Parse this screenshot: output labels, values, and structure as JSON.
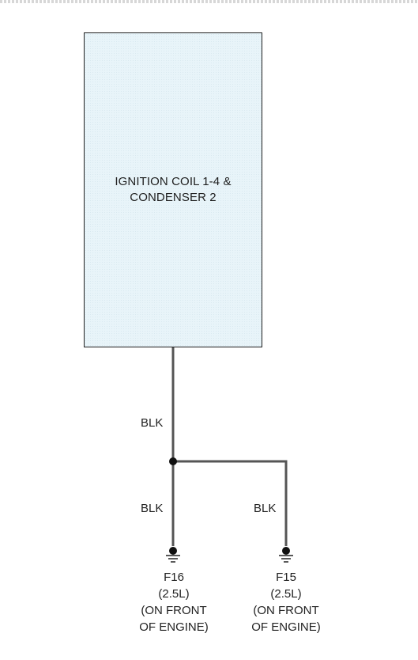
{
  "component": {
    "name_line1": "IGNITION COIL 1-4 &",
    "name_line2": "CONDENSER 2"
  },
  "wires": {
    "upper_color": "BLK",
    "left_branch_color": "BLK",
    "right_branch_color": "BLK"
  },
  "grounds": [
    {
      "id": "F16",
      "variant": "(2.5L)",
      "location_line1": "(ON FRONT",
      "location_line2": "OF ENGINE)"
    },
    {
      "id": "F15",
      "variant": "(2.5L)",
      "location_line1": "(ON FRONT",
      "location_line2": "OF ENGINE)"
    }
  ],
  "colors": {
    "wire": "#555555",
    "box_fill": "#e8f4f9",
    "box_border": "#1f1f1f"
  }
}
